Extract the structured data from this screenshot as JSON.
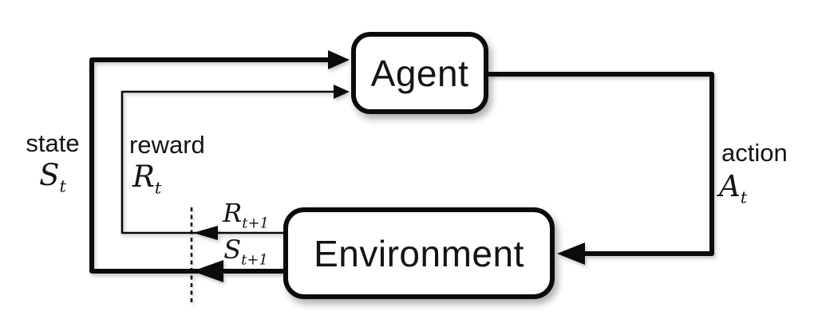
{
  "meta": {
    "title": "Agent-Environment interaction loop diagram",
    "background_color": "#ffffff",
    "line_color": "#0b0b0b",
    "text_color": "#141414"
  },
  "boxes": {
    "agent": "Agent",
    "environment": "Environment"
  },
  "edges": {
    "state": {
      "word": "state",
      "symbol": "S",
      "subscript": "t"
    },
    "reward": {
      "word": "reward",
      "symbol": "R",
      "subscript": "t"
    },
    "action": {
      "word": "action",
      "symbol": "A",
      "subscript": "t"
    },
    "next_reward": {
      "symbol": "R",
      "subscript": "t+1"
    },
    "next_state": {
      "symbol": "S",
      "subscript": "t+1"
    }
  }
}
